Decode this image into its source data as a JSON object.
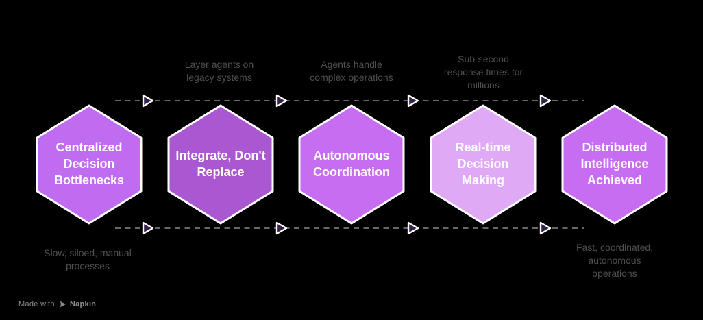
{
  "colors": {
    "background": "#000000",
    "dash_line": "#67676d",
    "arrow_fill": "#35234a",
    "arrow_stroke": "#ffffff",
    "hex_border": "#ffffff",
    "hex_text": "#ffffff",
    "annotation_text": "#4f4f4f",
    "footer_text": "#8a8a8a"
  },
  "hexagons": [
    {
      "label": "Centralized Decision Bottlenecks",
      "color": "#c06cf0"
    },
    {
      "label": "Integrate, Don't Replace",
      "color": "#a958d2"
    },
    {
      "label": "Autonomous Coordination",
      "color": "#c76df2"
    },
    {
      "label": "Real-time Decision Making",
      "color": "#e0a9f5"
    },
    {
      "label": "Distributed Intelligence Achieved",
      "color": "#c76df2"
    }
  ],
  "annotations": {
    "above": [
      {
        "label": "Layer agents on legacy systems"
      },
      {
        "label": "Agents handle complex operations"
      },
      {
        "label": "Sub-second response times for millions"
      }
    ],
    "below_start": {
      "label": "Slow, siloed, manual processes"
    },
    "below_end": {
      "label": "Fast, coordinated, autonomous operations"
    }
  },
  "footer": {
    "made_with": "Made with",
    "brand": "Napkin"
  }
}
